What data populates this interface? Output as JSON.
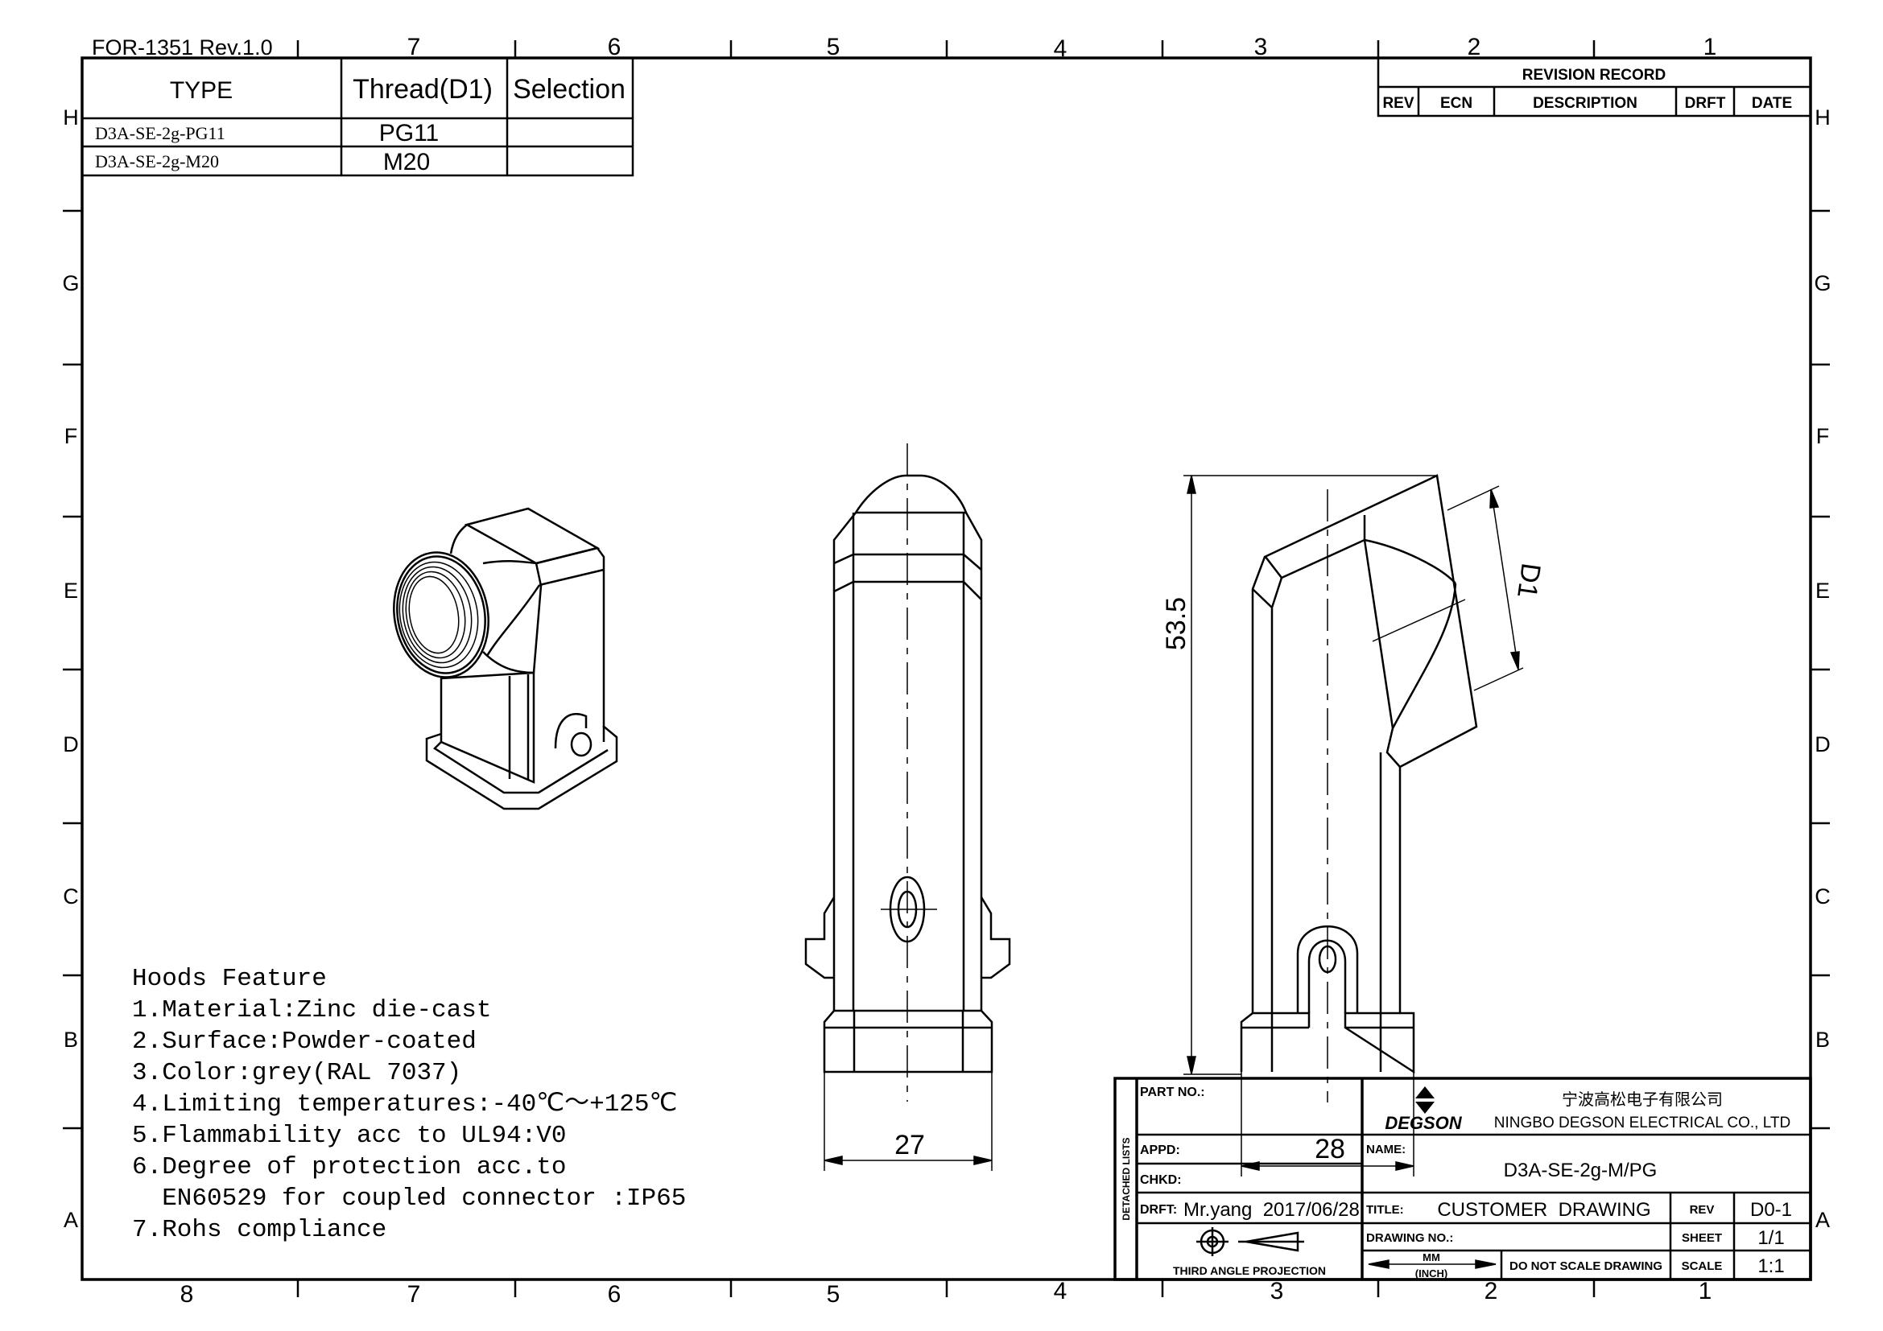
{
  "form_id": "FOR-1351  Rev.1.0",
  "grid": {
    "columns": [
      "8",
      "7",
      "6",
      "5",
      "4",
      "3",
      "2",
      "1"
    ],
    "rows": [
      "H",
      "G",
      "F",
      "E",
      "D",
      "C",
      "B",
      "A"
    ]
  },
  "type_table": {
    "headers": [
      "TYPE",
      "Thread(D1)",
      "Selection"
    ],
    "rows": [
      {
        "type": "D3A-SE-2g-PG11",
        "thread": "PG11",
        "selection": ""
      },
      {
        "type": "D3A-SE-2g-M20",
        "thread": "M20",
        "selection": ""
      }
    ]
  },
  "revision_record": {
    "title": "REVISION RECORD",
    "headers": [
      "REV",
      "ECN",
      "DESCRIPTION",
      "DRFT",
      "DATE"
    ]
  },
  "dimensions": {
    "front_width": "27",
    "side_width": "28",
    "height": "53.5",
    "thread_label": "D1"
  },
  "notes": {
    "title": "Hoods Feature",
    "lines": [
      "1.Material:Zinc die-cast",
      "2.Surface:Powder-coated",
      "3.Color:grey(RAL 7037)",
      "4.Limiting temperatures:-40℃～+125℃",
      "5.Flammability acc to UL94:V0",
      "6.Degree of protection acc.to",
      "  EN60529 for coupled connector :IP65",
      "7.Rohs compliance"
    ]
  },
  "title_block": {
    "detached_lists": "DETACHED LISTS",
    "part_no_label": "PART NO.:",
    "appd_label": "APPD:",
    "chkd_label": "CHKD:",
    "drft_label": "DRFT:",
    "drft_value": "Mr.yang  2017/06/28",
    "projection": "THIRD ANGLE PROJECTION",
    "logo_text": "DEGSON",
    "company_cn": "宁波高松电子有限公司",
    "company_en": "NINGBO DEGSON ELECTRICAL CO., LTD",
    "name_label": "NAME:",
    "name_value": "D3A-SE-2g-M/PG",
    "title_label": "TITLE:",
    "title_value": "CUSTOMER  DRAWING",
    "drawing_no_label": "DRAWING NO.:",
    "units_top": "MM",
    "units_bottom": "(INCH)",
    "do_not_scale": "DO NOT SCALE DRAWING",
    "rev_label": "REV",
    "rev_value": "D0-1",
    "sheet_label": "SHEET",
    "sheet_value": "1/1",
    "scale_label": "SCALE",
    "scale_value": "1:1"
  }
}
